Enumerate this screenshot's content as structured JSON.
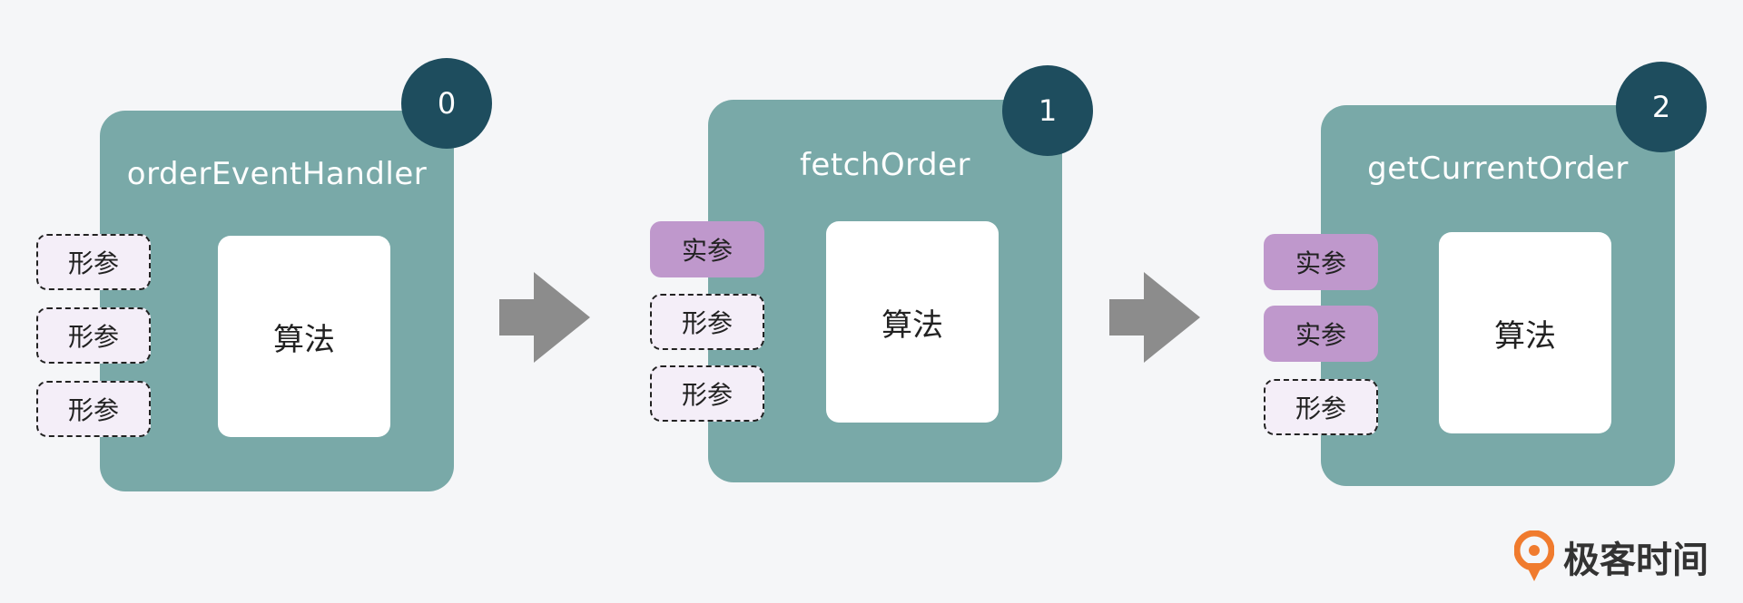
{
  "functions": [
    {
      "name": "orderEventHandler",
      "index": "0",
      "algorithm": "算法",
      "params": [
        {
          "label": "形参",
          "kind": "formal"
        },
        {
          "label": "形参",
          "kind": "formal"
        },
        {
          "label": "形参",
          "kind": "formal"
        }
      ]
    },
    {
      "name": "fetchOrder",
      "index": "1",
      "algorithm": "算法",
      "params": [
        {
          "label": "实参",
          "kind": "actual"
        },
        {
          "label": "形参",
          "kind": "formal"
        },
        {
          "label": "形参",
          "kind": "formal"
        }
      ]
    },
    {
      "name": "getCurrentOrder",
      "index": "2",
      "algorithm": "算法",
      "params": [
        {
          "label": "实参",
          "kind": "actual"
        },
        {
          "label": "实参",
          "kind": "actual"
        },
        {
          "label": "形参",
          "kind": "formal"
        }
      ]
    }
  ],
  "logo": {
    "text": "极客时间"
  },
  "colors": {
    "card": "#79a9a8",
    "badge": "#1e4d5e",
    "actual": "#bf98cc",
    "formal": "#f4eef8",
    "arrow": "#8c8c8c",
    "logo_orange": "#f07b2e"
  }
}
